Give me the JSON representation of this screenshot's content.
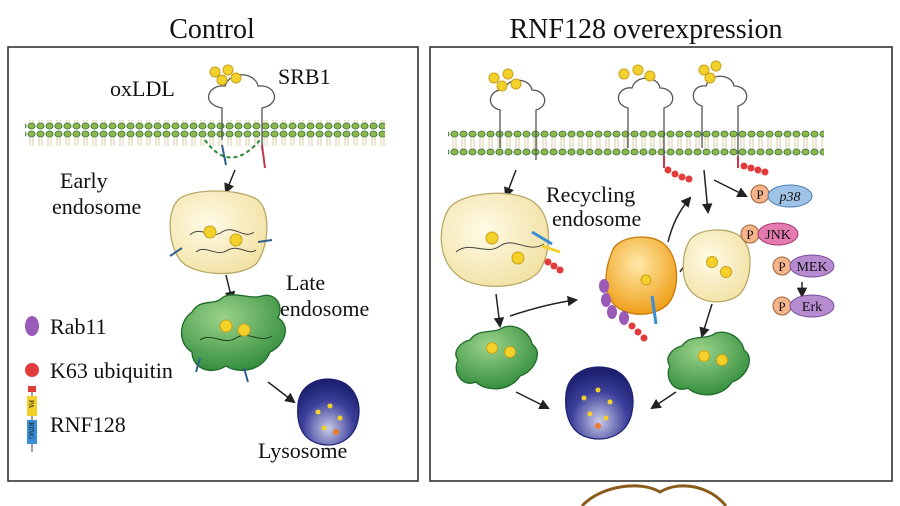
{
  "panels": {
    "left": {
      "title": "Control"
    },
    "right": {
      "title": "RNF128 overexpression"
    }
  },
  "labels": {
    "oxldl": "oxLDL",
    "srb1": "SRB1",
    "early_endosome_1": "Early",
    "early_endosome_2": "endosome",
    "late_endosome_1": "Late",
    "late_endosome_2": "endosome",
    "lysosome": "Lysosome",
    "recycling_endosome_1": "Recycling",
    "recycling_endosome_2": "endosome"
  },
  "legend": {
    "rab11": "Rab11",
    "k63": "K63 ubiquitin",
    "rnf128": "RNF128",
    "pa_domain": "PA",
    "ring_domain": "RING"
  },
  "kinases": {
    "phospho": "P",
    "p38": "p38",
    "jnk": "JNK",
    "mek": "MEK",
    "erk": "Erk"
  },
  "colors": {
    "membrane_green": "#8fb84a",
    "membrane_dark": "#2f6b3a",
    "oxldl_yellow": "#f4d02a",
    "early_endosome": "#faf1c8",
    "late_endosome": "#3f9e46",
    "lysosome": "#2a2f86",
    "recycling_endosome": "#f4a81e",
    "rab11": "#9b5ab8",
    "ubiquitin": "#e23b3b",
    "p38": "#9fc3e6",
    "jnk": "#e37ab0",
    "mek": "#b68bd0",
    "erk": "#b68bd0"
  }
}
